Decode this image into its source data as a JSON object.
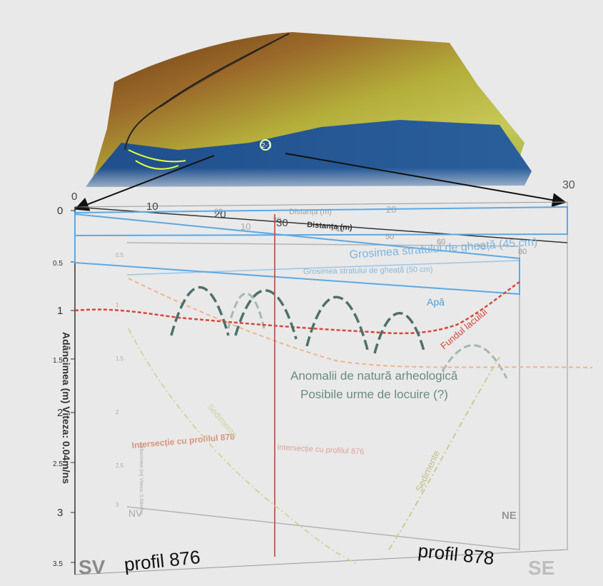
{
  "top_axis": {
    "title_front": "Distanța (m)",
    "title_back": "Distanța (m)",
    "ticks_front": [
      "0",
      "10",
      "20",
      "30"
    ],
    "ticks_mid": [
      "10",
      "20"
    ],
    "ticks_back": [
      "20",
      "30",
      "40",
      "50",
      "60",
      "70",
      "80"
    ],
    "right_tick": "30"
  },
  "left_axis": {
    "title": "Adâncimea (m) Viteza: 0.04m/ns",
    "ticks": [
      "0",
      "0.5",
      "1",
      "1.5",
      "2",
      "2.5",
      "3",
      "3.5"
    ]
  },
  "back_axis": {
    "title": "Adâncimea (m) Viteza: 0.04m/ns",
    "ticks": [
      "0.5",
      "1",
      "1.5",
      "2",
      "2.5",
      "3"
    ]
  },
  "labels": {
    "ice_front": "Grosimea stratului de gheață (45 cm)",
    "ice_back": "Grosimea stratului de gheață (50 cm)",
    "water": "Apă",
    "lake_bottom": "Fundul lacului",
    "anomaly_line1": "Anomalii de natură arheologică",
    "anomaly_line2": "Posibile urme de locuire (?)",
    "intersect_front": "Intersecție cu profilul 878",
    "intersect_back": "Intersecție cu profilul 876",
    "sediment_left": "Sedimente",
    "sediment_right": "Sedimente",
    "corner_nv": "NV",
    "corner_ne": "NE",
    "corner_sv": "SV",
    "corner_se": "SE",
    "profile_left": "profil 876",
    "profile_right": "profil 878",
    "map_marker": "2-1"
  },
  "colors": {
    "ice_box": "#5aa9e6",
    "water_text": "#4a9fd6",
    "red_line": "#d9463a",
    "bottom_line": "#f0b48a",
    "anomaly": "#4f6f6a",
    "sediment": "#c9c98a"
  }
}
